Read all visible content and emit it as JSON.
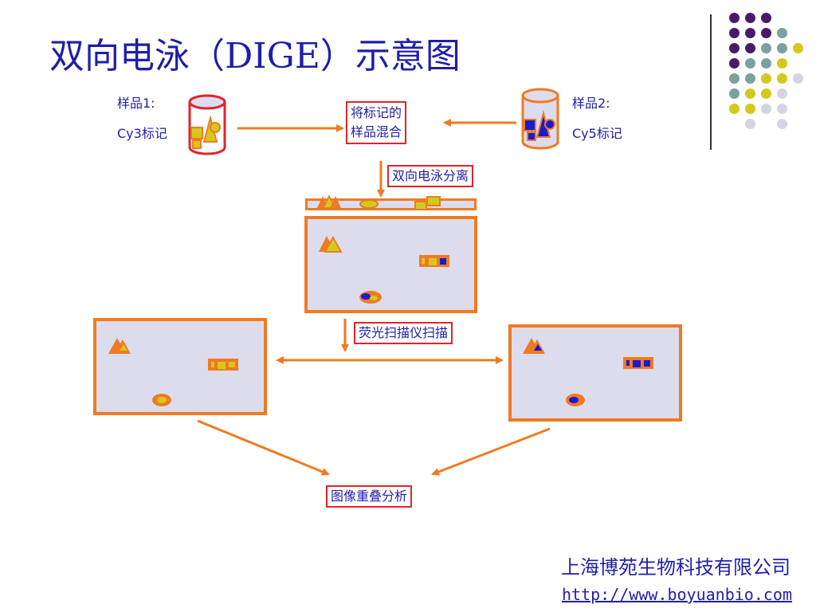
{
  "title": "双向电泳（DIGE）示意图",
  "sample1": {
    "line1": "样品1:",
    "line2": "Cy3标记"
  },
  "sample2": {
    "line1": "样品2:",
    "line2": "Cy5标记"
  },
  "mix_box": {
    "line1": "将标记的",
    "line2": "样品混合"
  },
  "step_separation": "双向电泳分离",
  "step_scan": "荧光扫描仪扫描",
  "step_overlay": "图像重叠分析",
  "company": "上海博苑生物科技有限公司",
  "url": "http://www.boyuanbio.com",
  "colors": {
    "orange": "#f07a22",
    "red_border": "#e0242b",
    "gel_fill": "#dcdcec",
    "text_blue": "#1f1fa8",
    "yellow": "#d4c81e",
    "blue": "#1a1ad0",
    "purple": "#4a1a6a",
    "teal": "#7aa0a0",
    "lavender": "#d4d4e4"
  }
}
